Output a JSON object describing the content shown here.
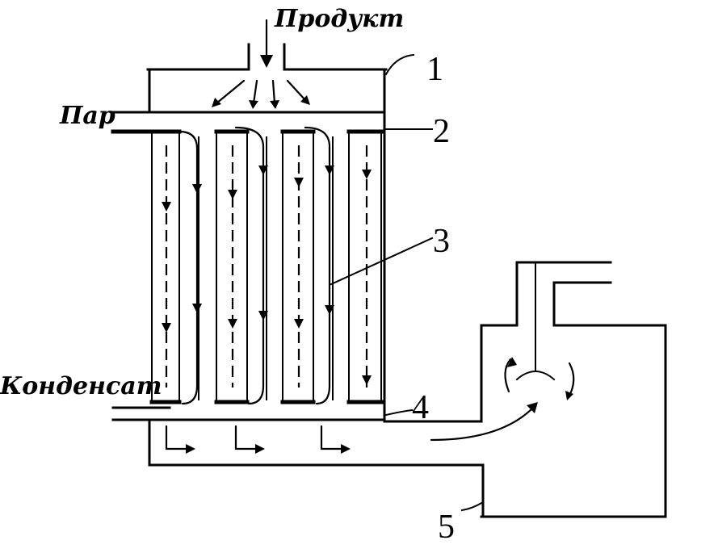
{
  "labels": {
    "product": "Продукт",
    "steam": "Пар",
    "condensate": "Конденсат"
  },
  "numbers": [
    "1",
    "2",
    "3",
    "4",
    "5"
  ]
}
